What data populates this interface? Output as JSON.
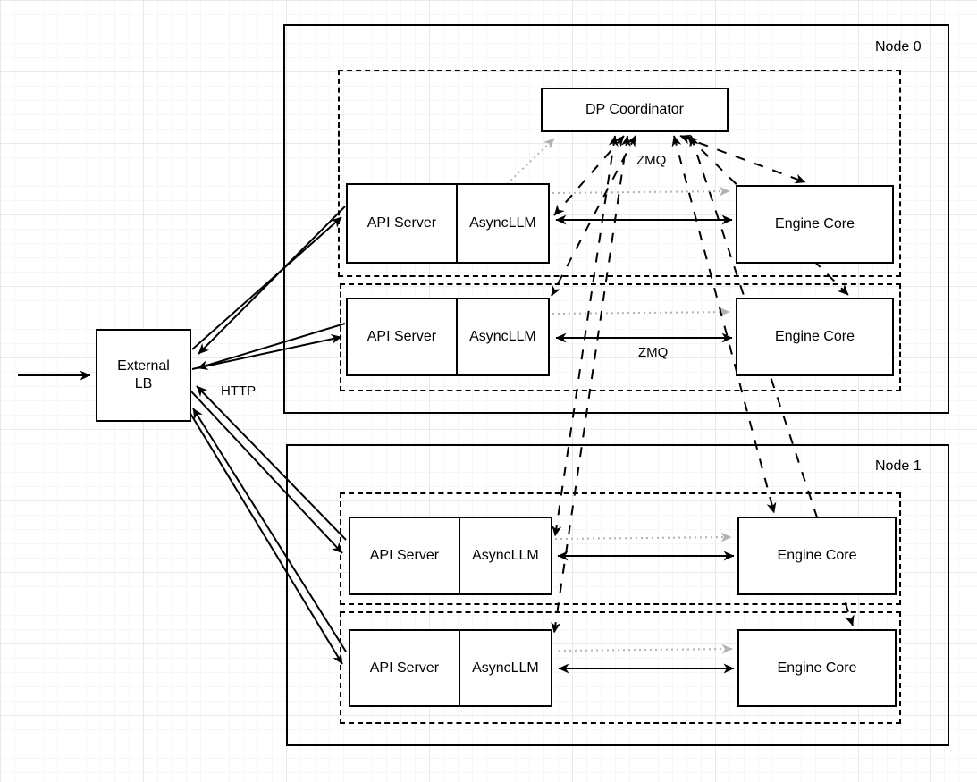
{
  "colors": {
    "edge": "#000000",
    "dotted_edge": "#b3b3b3",
    "shape_fill": "#ffffff",
    "grid_line": "#e9e9e9"
  },
  "external_lb": {
    "line1": "External",
    "line2": "LB"
  },
  "labels": {
    "http": "HTTP"
  },
  "nodes": [
    {
      "label": "Node 0",
      "dp_coordinator": "DP Coordinator",
      "zmq_coordinator": "ZMQ",
      "zmq_row": "ZMQ",
      "rows": [
        {
          "api": "API Server",
          "asyncllm": "AsyncLLM",
          "engine": "Engine Core"
        },
        {
          "api": "API Server",
          "asyncllm": "AsyncLLM",
          "engine": "Engine Core"
        }
      ]
    },
    {
      "label": "Node 1",
      "rows": [
        {
          "api": "API Server",
          "asyncllm": "AsyncLLM",
          "engine": "Engine Core"
        },
        {
          "api": "API Server",
          "asyncllm": "AsyncLLM",
          "engine": "Engine Core"
        }
      ]
    }
  ]
}
